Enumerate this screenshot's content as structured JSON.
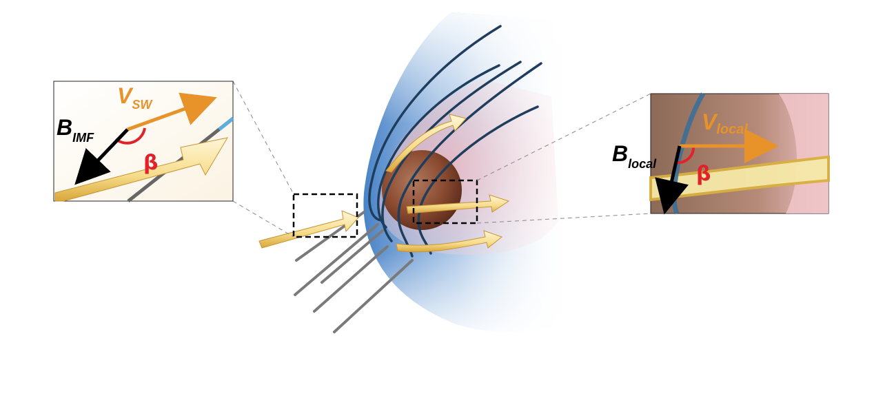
{
  "left_inset": {
    "b_symbol": "B",
    "b_subscript": "IMF",
    "v_symbol": "V",
    "v_subscript": "SW",
    "angle_symbol": "β"
  },
  "right_inset": {
    "b_symbol": "B",
    "b_subscript": "local",
    "v_symbol": "V",
    "v_subscript": "local",
    "angle_symbol": "β"
  },
  "colors": {
    "velocity": "#e8922a",
    "magnetic_field": "#000000",
    "angle": "#e0232a",
    "field_line": "#1f3d5c",
    "plasma_flow": "#f2d27a",
    "sheath_blue": "#4a86c8",
    "sheath_pink": "#f2c4c8",
    "planet": "#8a4a30"
  }
}
